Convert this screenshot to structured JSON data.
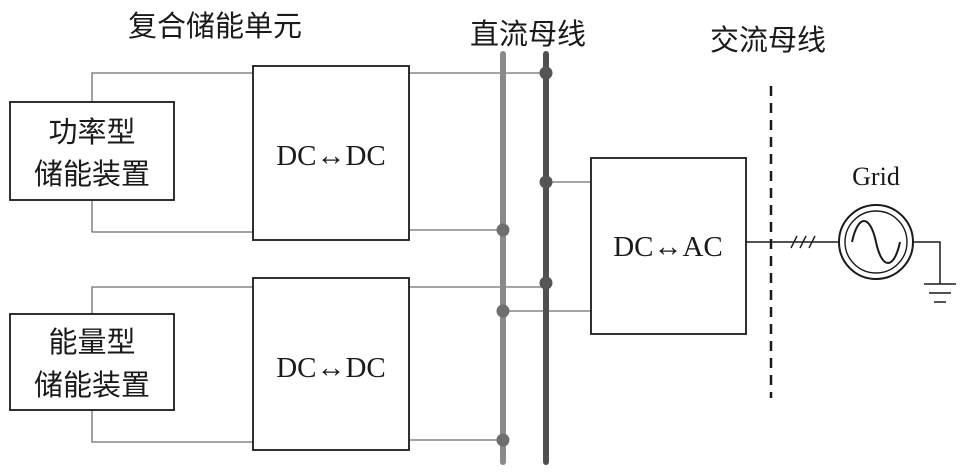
{
  "labels": {
    "hybrid_unit": "复合储能单元",
    "dc_bus": "直流母线",
    "ac_bus": "交流母线",
    "grid": "Grid"
  },
  "devices": {
    "power_storage_line1": "功率型",
    "power_storage_line2": "储能装置",
    "energy_storage_line1": "能量型",
    "energy_storage_line2": "储能装置"
  },
  "converters": {
    "top_dcdc": "DC↔DC",
    "bottom_dcdc": "DC↔DC",
    "dcac": "DC↔AC"
  },
  "colors": {
    "bus_light": "#8a8a8a",
    "bus_dark": "#4f4f4f",
    "node": "#6a6a6a",
    "line": "#1a1a1a"
  }
}
